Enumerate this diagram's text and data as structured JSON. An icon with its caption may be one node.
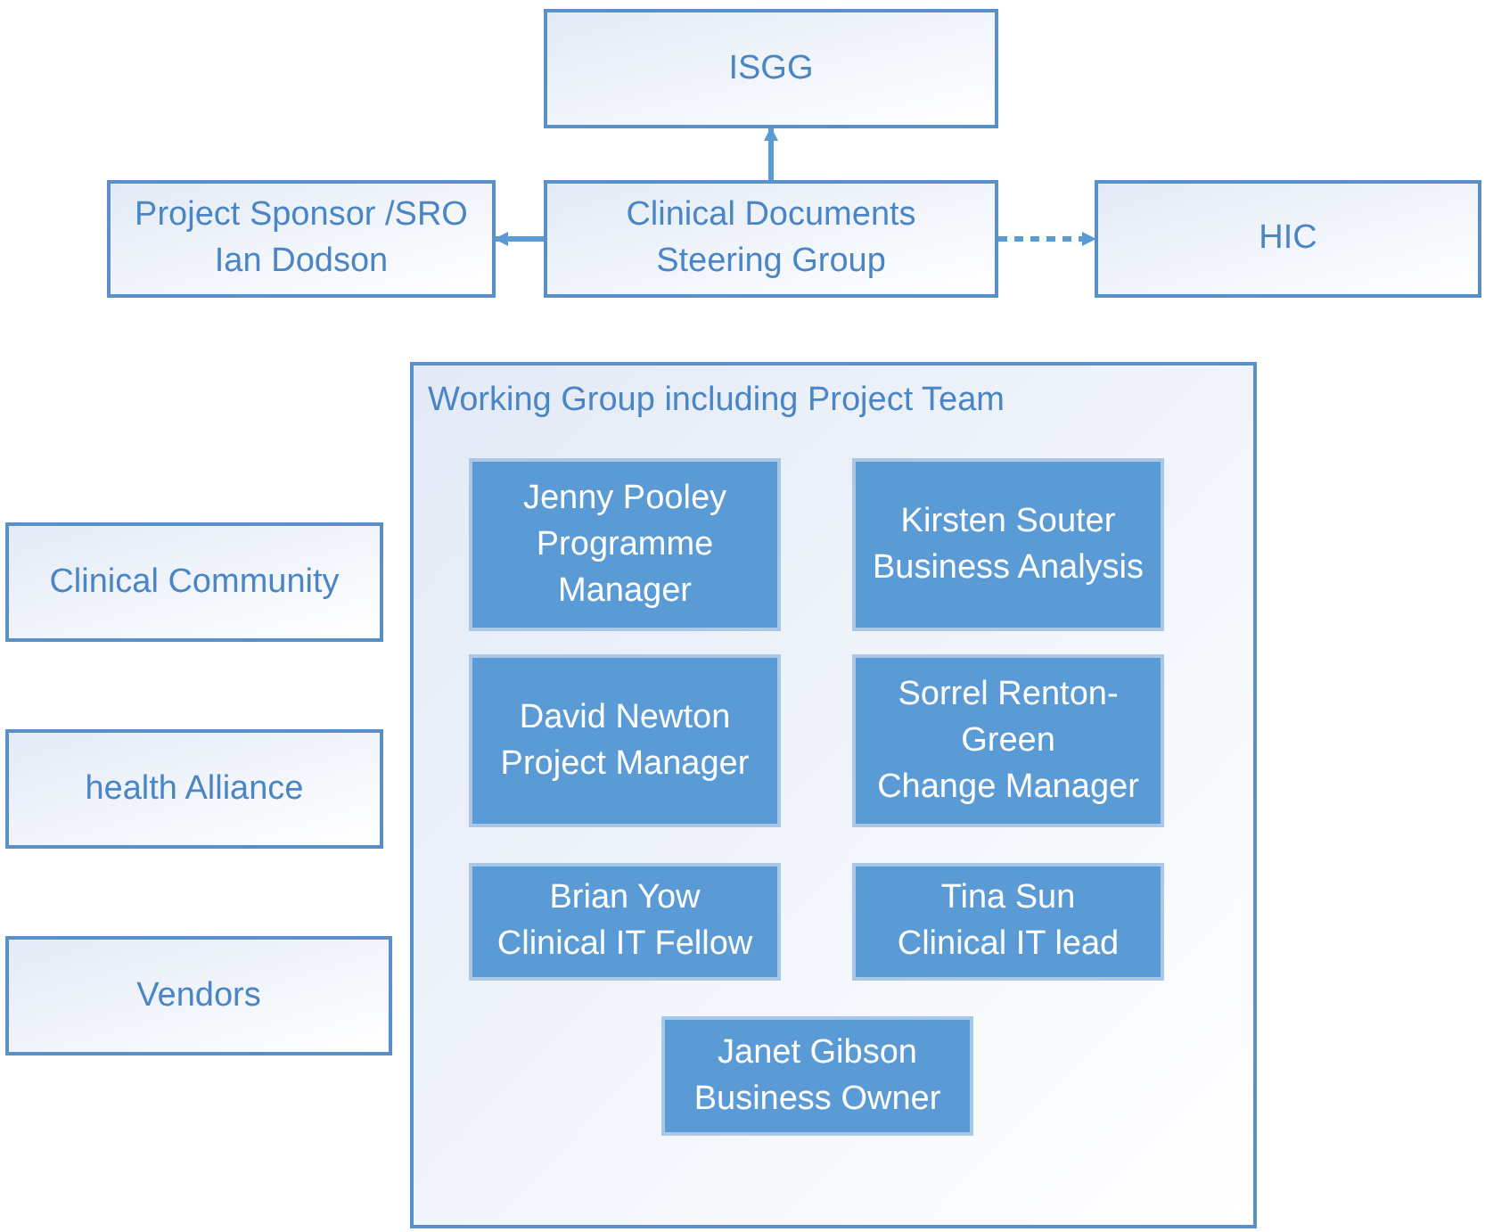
{
  "diagram": {
    "nodes": [
      {
        "text": [
          "ISGG"
        ]
      },
      {
        "text": [
          "Project Sponsor /SRO",
          "Ian Dodson"
        ]
      },
      {
        "text": [
          "Clinical Documents Steering Group"
        ]
      },
      {
        "text": [
          "HIC"
        ]
      },
      {
        "text": [
          "Working Group including Project Team"
        ]
      },
      {
        "text": [
          "Jenny Pooley",
          "Programme Manager"
        ],
        "in": 4
      },
      {
        "text": [
          "Kirsten Souter",
          "Business Analysis"
        ],
        "in": 4
      },
      {
        "text": [
          "David Newton",
          "Project Manager"
        ],
        "in": 4
      },
      {
        "text": [
          "Sorrel Renton-Green",
          "Change Manager"
        ],
        "in": 4
      },
      {
        "text": [
          "Brian Yow",
          "Clinical IT Fellow"
        ],
        "in": 4
      },
      {
        "text": [
          "Tina Sun",
          "Clinical IT lead"
        ],
        "in": 4
      },
      {
        "text": [
          "Janet Gibson",
          "Business Owner"
        ],
        "in": 4
      },
      {
        "text": [
          "Clinical Community"
        ]
      },
      {
        "text": [
          "health Alliance"
        ]
      },
      {
        "text": [
          "Vendors"
        ]
      }
    ],
    "edges": [
      {
        "from": 2,
        "to": 0,
        "arrow": "to"
      },
      {
        "from": 2,
        "to": 1,
        "arrow": "to"
      },
      {
        "from": 2,
        "to": 3,
        "arrow": "to",
        "style": "dashed"
      }
    ]
  }
}
